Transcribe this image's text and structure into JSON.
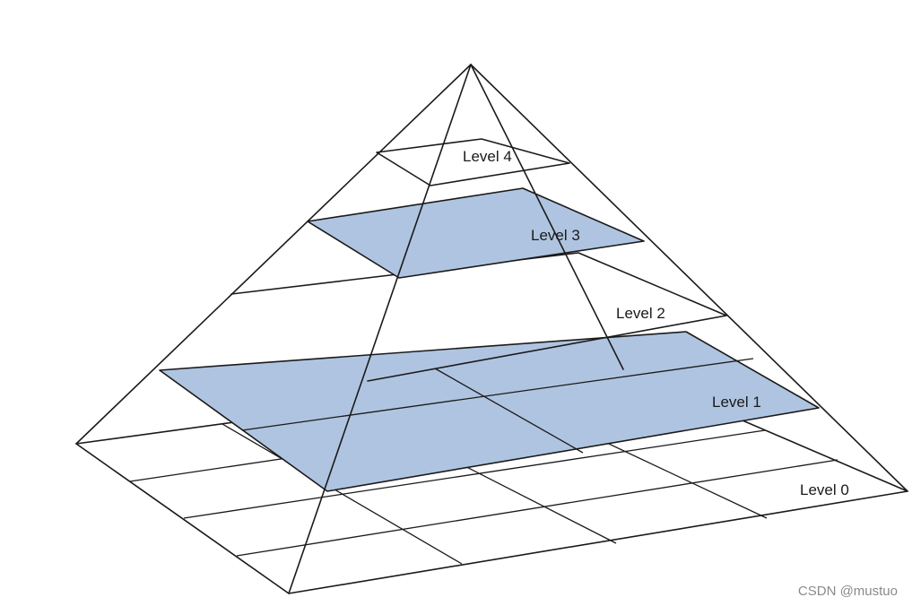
{
  "diagram": {
    "levels": [
      {
        "name": "level-4",
        "label": "Level 4",
        "highlighted": false
      },
      {
        "name": "level-3",
        "label": "Level 3",
        "highlighted": true
      },
      {
        "name": "level-2",
        "label": "Level 2",
        "highlighted": false
      },
      {
        "name": "level-1",
        "label": "Level 1",
        "highlighted": true
      },
      {
        "name": "level-0",
        "label": "Level 0",
        "highlighted": false
      }
    ],
    "colors": {
      "highlight": "#afc4e0",
      "stroke": "#1a1a1a",
      "background": "#ffffff"
    }
  },
  "watermark": "CSDN @mustuo"
}
